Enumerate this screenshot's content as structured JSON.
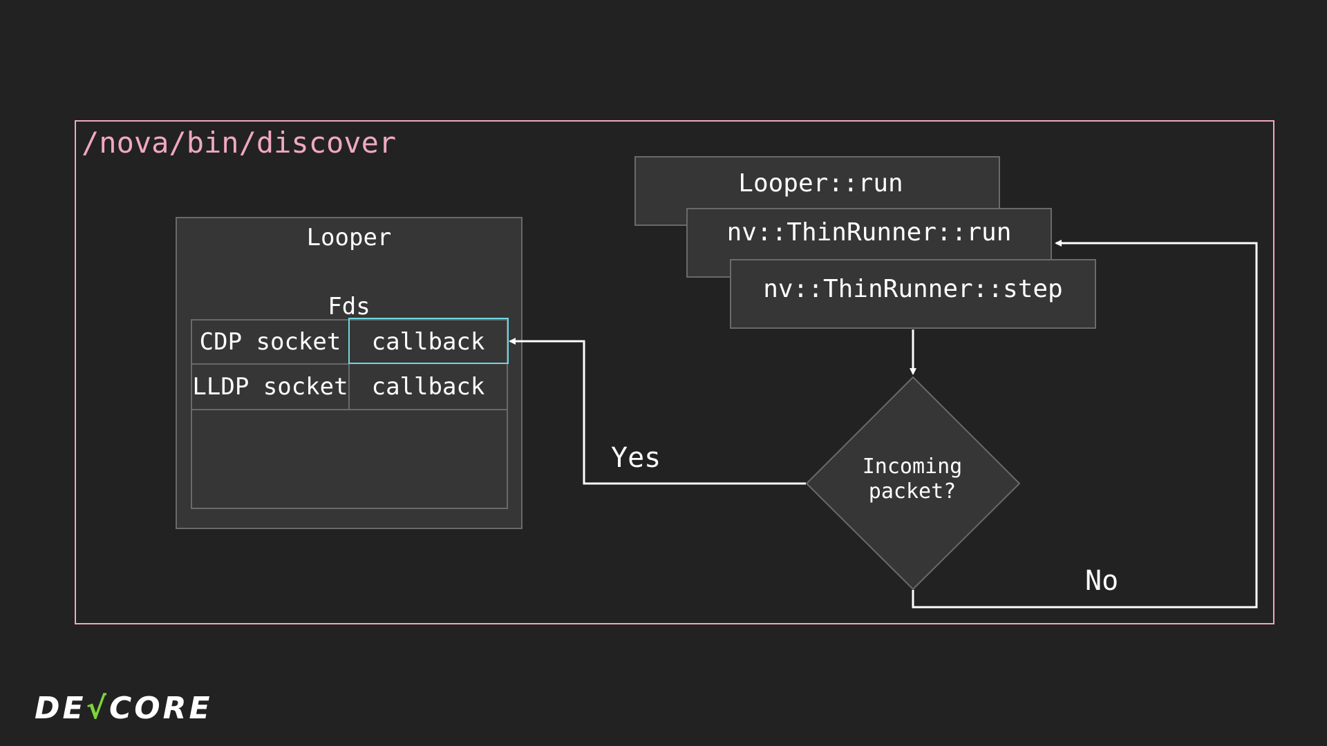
{
  "frame": {
    "title": "/nova/bin/discover",
    "border_color": "#f0a8c0"
  },
  "looper": {
    "title": "Looper",
    "fds_label": "Fds",
    "rows": [
      {
        "fd": "CDP socket",
        "handler": "callback",
        "highlighted": true
      },
      {
        "fd": "LLDP socket",
        "handler": "callback",
        "highlighted": false
      }
    ]
  },
  "stack": {
    "run": "Looper::run",
    "thin_run": "nv::ThinRunner::run",
    "step": "nv::ThinRunner::step"
  },
  "decision": {
    "line1": "Incoming",
    "line2": "packet?"
  },
  "edges": {
    "yes": "Yes",
    "no": "No"
  },
  "logo": {
    "left": "DE",
    "mark": "√",
    "right": "CORE",
    "mark_color": "#7ed23c",
    "highlight_color": "#6fd8e0"
  }
}
